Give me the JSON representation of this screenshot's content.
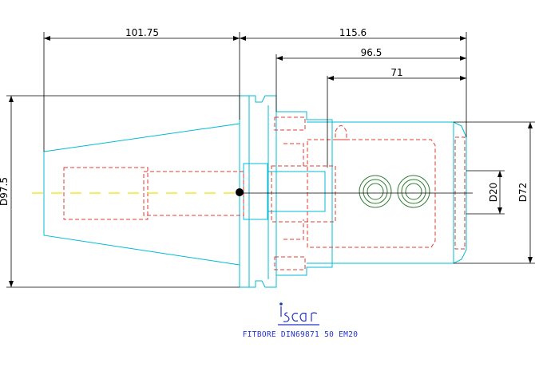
{
  "dimensions": {
    "total_length": "101.75",
    "length_115": "115.6",
    "length_96": "96.5",
    "length_71": "71",
    "flange_diameter": "D97.5",
    "bore_diameter": "D20",
    "body_diameter": "D72"
  },
  "caption": {
    "logo_text": "iscar",
    "title": "FITBORE DIN69871 50 EM20"
  },
  "colors": {
    "outline": "#00bcd4",
    "hidden": "#e53935",
    "centerline": "#e6e600",
    "dimension": "#000000",
    "logo": "#2233cc"
  }
}
